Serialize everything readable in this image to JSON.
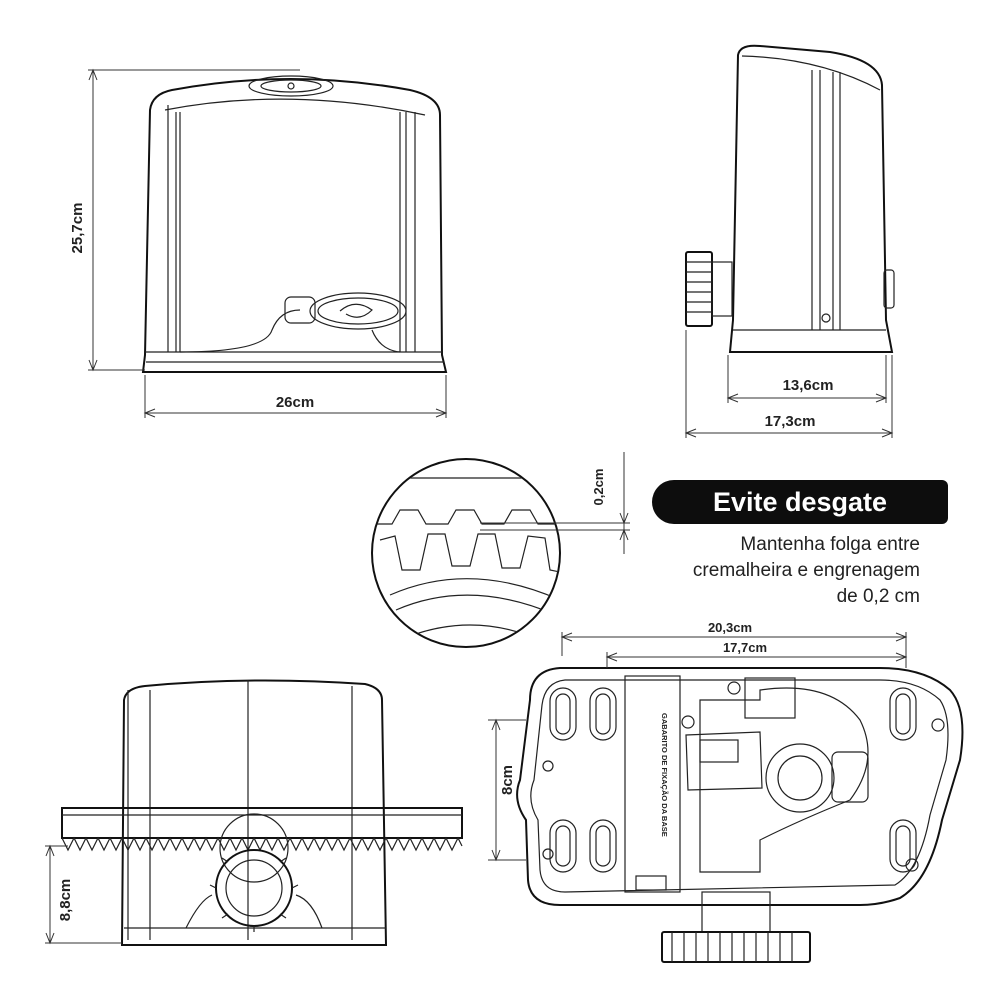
{
  "dimensions": {
    "front_height": "25,7cm",
    "front_width": "26cm",
    "side_depth_inner": "13,6cm",
    "side_depth_outer": "17,3cm",
    "gap": "0,2cm",
    "rack_height": "8,8cm",
    "base_width_outer": "20,3cm",
    "base_width_inner": "17,7cm",
    "base_height": "8cm"
  },
  "warning": {
    "title": "Evite desgate",
    "lines": [
      "Mantenha folga entre",
      "cremalheira e engrenagem",
      "de 0,2 cm"
    ]
  },
  "base_template": {
    "label": "GABARITO DE FIXAÇÃO DA BASE"
  }
}
